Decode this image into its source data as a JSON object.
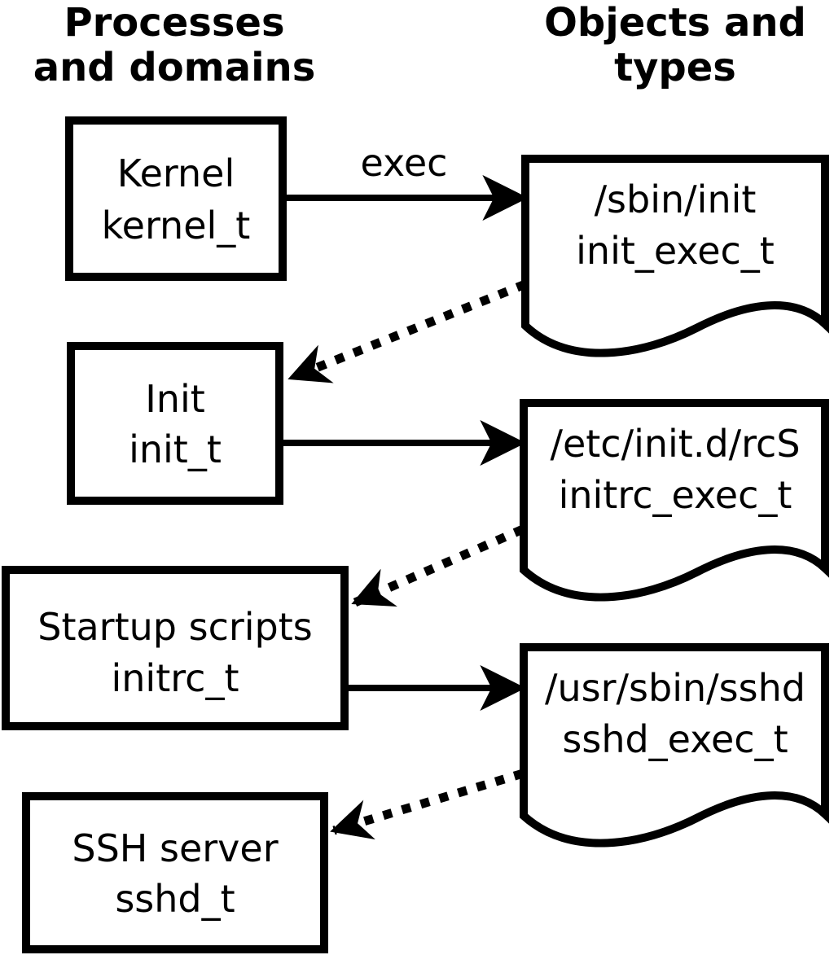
{
  "headings": {
    "left": {
      "line1": "Processes",
      "line2": "and domains"
    },
    "right": {
      "line1": "Objects and",
      "line2": "types"
    }
  },
  "processes": [
    {
      "name": "Kernel",
      "type": "kernel_t"
    },
    {
      "name": "Init",
      "type": "init_t"
    },
    {
      "name": "Startup scripts",
      "type": "initrc_t"
    },
    {
      "name": "SSH server",
      "type": "sshd_t"
    }
  ],
  "objects": [
    {
      "path": "/sbin/init",
      "type": "init_exec_t"
    },
    {
      "path": "/etc/init.d/rcS",
      "type": "initrc_exec_t"
    },
    {
      "path": "/usr/sbin/sshd",
      "type": "sshd_exec_t"
    }
  ],
  "edges": [
    {
      "from": "kernel_t",
      "to": "init_exec_t",
      "style": "solid",
      "label": "exec"
    },
    {
      "from": "init_exec_t",
      "to": "init_t",
      "style": "dotted"
    },
    {
      "from": "init_t",
      "to": "initrc_exec_t",
      "style": "solid"
    },
    {
      "from": "initrc_exec_t",
      "to": "initrc_t",
      "style": "dotted"
    },
    {
      "from": "initrc_t",
      "to": "sshd_exec_t",
      "style": "solid"
    },
    {
      "from": "sshd_exec_t",
      "to": "sshd_t",
      "style": "dotted"
    }
  ],
  "colors": {
    "foreground": "#000000",
    "background": "#ffffff"
  }
}
